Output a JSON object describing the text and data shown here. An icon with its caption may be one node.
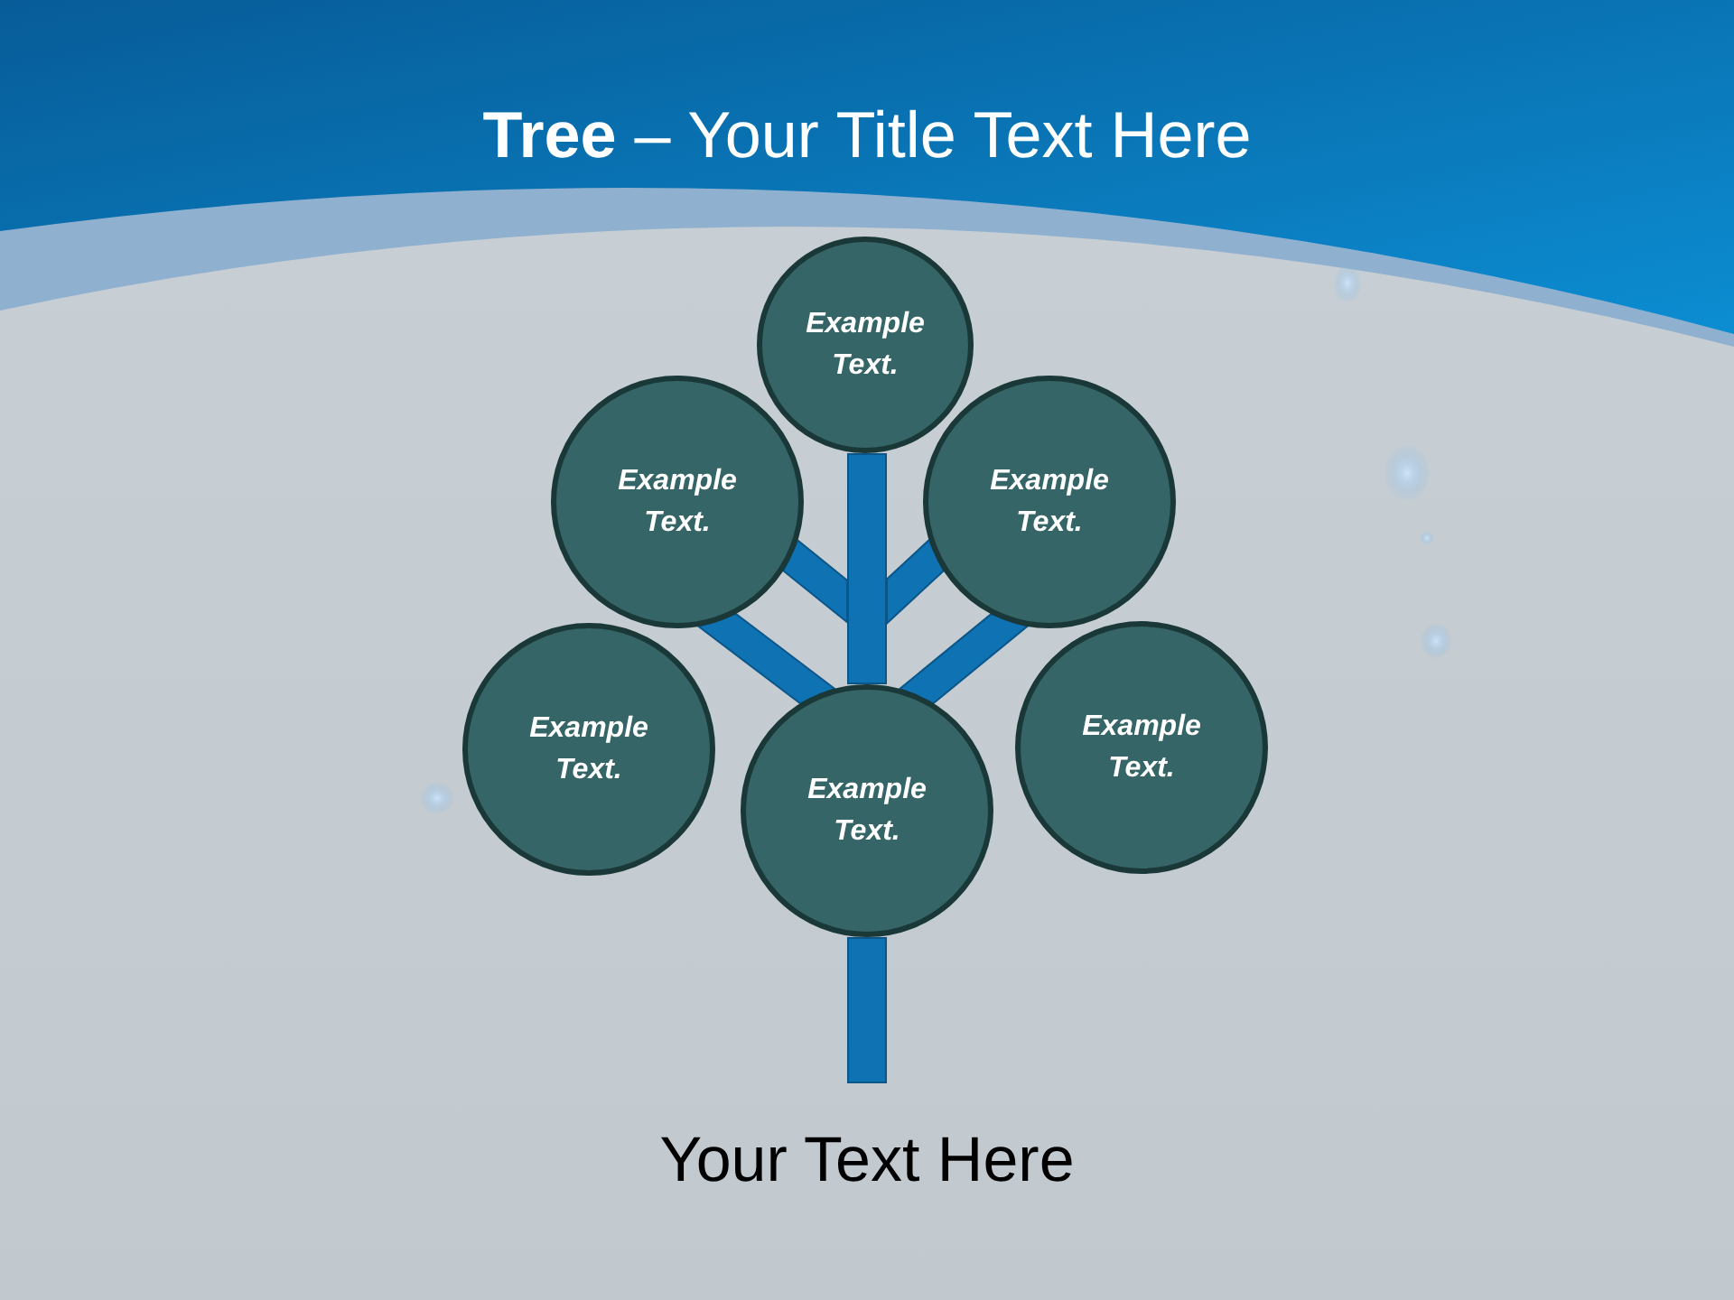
{
  "diagram": {
    "title": "**Tree** – Your Title Text Here",
    "caption": "Your Text Here",
    "nodes": [
      {
        "text": [
          "Example Text."
        ]
      },
      {
        "text": [
          "Example Text."
        ]
      },
      {
        "text": [
          "Example Text."
        ]
      },
      {
        "text": [
          "Example Text."
        ]
      },
      {
        "text": [
          "Example Text."
        ]
      },
      {
        "text": [
          "Example Text."
        ]
      },
      {
        "text": [],
        "shape": "bar"
      },
      {
        "text": [],
        "shape": "bar"
      }
    ],
    "edges": [
      {
        "from": 6,
        "to": 1,
        "arrow": "none"
      },
      {
        "from": 4,
        "to": 1,
        "arrow": "none"
      },
      {
        "from": 6,
        "to": 2,
        "arrow": "none"
      },
      {
        "from": 4,
        "to": 2,
        "arrow": "none"
      }
    ]
  }
}
